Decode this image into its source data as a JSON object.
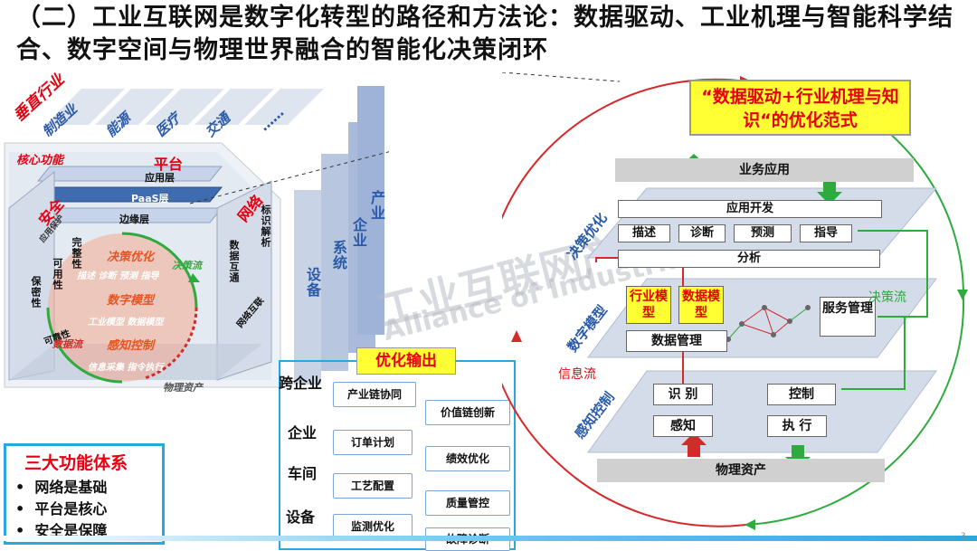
{
  "title": "（二）工业互联网是数字化转型的路径和方法论：数据驱动、工业机理与智能科学结合、数字空间与物理世界融合的智能化决策闭环",
  "left": {
    "industries": [
      "垂直行业",
      "制造业",
      "能源",
      "医疗",
      "交通",
      "……"
    ],
    "core": "核心功能",
    "platform": "平台",
    "security": "安全",
    "network": "网络",
    "platform_layers": [
      "应用层",
      "PaaS层",
      "边缘层"
    ],
    "sec_items": [
      "应用保护",
      "完整性",
      "可用性",
      "保密性",
      "可靠性"
    ],
    "net_items": [
      "标识解析",
      "数据互通",
      "网络互联"
    ],
    "sphere": [
      "决策优化",
      "描述 诊断 预测 指导",
      "数字模型",
      "工业模型 数据模型",
      "感知控制",
      "信息采集 指令执行"
    ],
    "flows": [
      "决策流",
      "数据流"
    ],
    "physical": "物理资产",
    "watermark": "工业互联网产业联盟",
    "watermark_en": "Alliance of Industrial Internet",
    "tiers": [
      "设备",
      "系统",
      "企业",
      "产业"
    ]
  },
  "three": {
    "title": "三大功能体系",
    "items": [
      "网络是基础",
      "平台是核心",
      "安全是保障"
    ]
  },
  "output": {
    "title": "优化输出",
    "levels": [
      "跨企业",
      "企业",
      "车间",
      "设备"
    ],
    "items": [
      "产业链协同",
      "价值链创新",
      "订单计划",
      "绩效优化",
      "工艺配置",
      "质量管控",
      "监测优化",
      "故障诊断"
    ]
  },
  "right": {
    "paradigm": "“数据驱动+行业机理与知识“的优化范式",
    "business": "业务应用",
    "app_dev": "应用开发",
    "decision_ops": [
      "描述",
      "诊断",
      "预测",
      "指导"
    ],
    "analysis": "分析",
    "industry_model": "行业模型",
    "data_model": "数据模型",
    "data_mgmt": "数据管理",
    "service_mgmt": "服务管理",
    "recognize": "识 别",
    "control": "控制",
    "sense": "感知",
    "execute": "执 行",
    "physical": "物理资产",
    "layers": [
      "决策优化",
      "数字模型",
      "感知控制"
    ],
    "decision_flow": "决策流",
    "info_flow": "信息流"
  },
  "page_number": "3"
}
